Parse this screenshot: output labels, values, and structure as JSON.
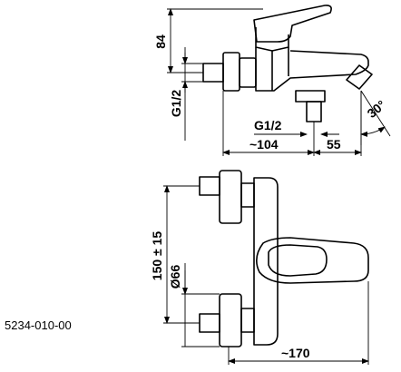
{
  "drawing": {
    "product_code": "5234-010-00",
    "side_view": {
      "height_label": "84",
      "inlet_thread_label": "G1/2",
      "outlet_thread_label": "G1/2",
      "depth_label": "~104",
      "outlet_offset_label": "55",
      "swivel_angle_label": "30°"
    },
    "front_view": {
      "spacing_label": "150 ± 15",
      "escutcheon_label": "Ø66",
      "width_label": "~170"
    }
  }
}
